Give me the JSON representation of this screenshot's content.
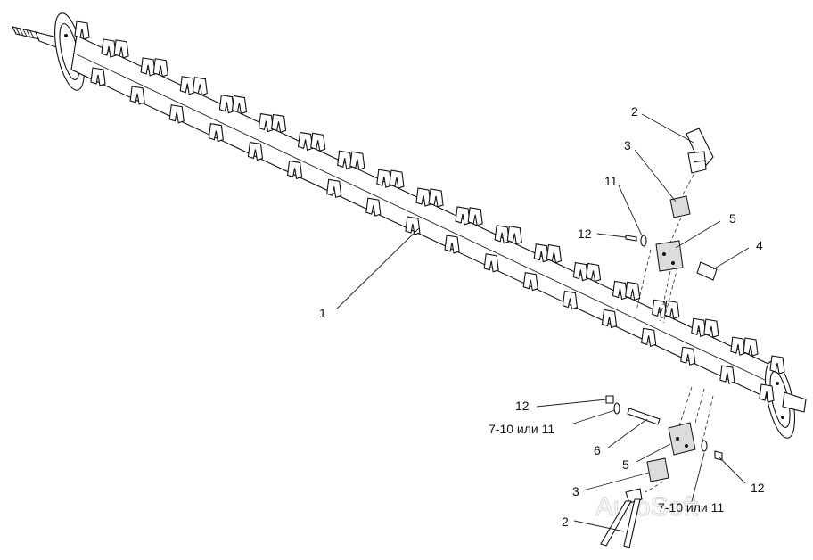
{
  "watermark": "AutoSoft",
  "callouts": [
    {
      "id": "c1",
      "text": "1"
    },
    {
      "id": "c2a",
      "text": "2"
    },
    {
      "id": "c3a",
      "text": "3"
    },
    {
      "id": "c11a",
      "text": "11"
    },
    {
      "id": "c5a",
      "text": "5"
    },
    {
      "id": "c12a",
      "text": "12"
    },
    {
      "id": "c4",
      "text": "4"
    },
    {
      "id": "c12b",
      "text": "12"
    },
    {
      "id": "c710a",
      "text": "7-10 или 11"
    },
    {
      "id": "c6",
      "text": "6"
    },
    {
      "id": "c5b",
      "text": "5"
    },
    {
      "id": "c3b",
      "text": "3"
    },
    {
      "id": "c2b",
      "text": "2"
    },
    {
      "id": "c710b",
      "text": "7-10 или 11"
    },
    {
      "id": "c12c",
      "text": "12"
    }
  ]
}
